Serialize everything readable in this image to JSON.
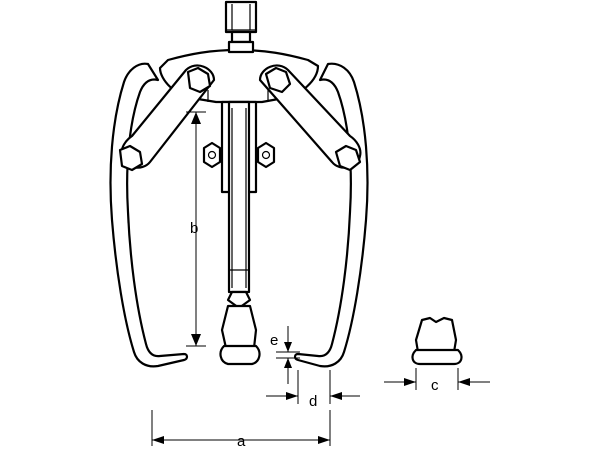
{
  "colors": {
    "line": "#000000",
    "background": "#ffffff"
  },
  "dimensions": {
    "a": "a",
    "b": "b",
    "c": "c",
    "d": "d",
    "e": "e"
  }
}
